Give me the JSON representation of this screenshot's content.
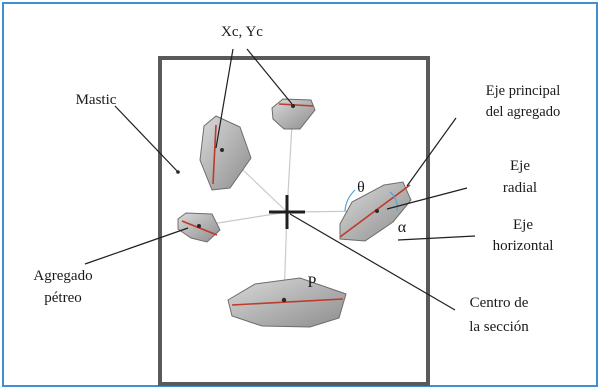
{
  "labels": {
    "centroid": "Xc, Yc",
    "mastic": "Mastic",
    "principal_axis_1": "Eje principal",
    "principal_axis_2": "del agregado",
    "radial_axis_1": "Eje",
    "radial_axis_2": "radial",
    "horizontal_axis_1": "Eje",
    "horizontal_axis_2": "horizontal",
    "aggregate_1": "Agregado",
    "aggregate_2": "pétreo",
    "section_center_1": "Centro de",
    "section_center_2": "la sección",
    "theta": "θ",
    "alpha": "α",
    "point_p": "P"
  },
  "colors": {
    "frame_border": "#3f8fd6",
    "section_box": "#5a5a5a",
    "aggregate_fill": "#b9b9b9",
    "aggregate_edge": "#6d6d6d",
    "principal_axis": "#c0392b",
    "radial_line": "#c9c9c9",
    "arc": "#5aa0d0",
    "text": "#1a1a1a"
  }
}
